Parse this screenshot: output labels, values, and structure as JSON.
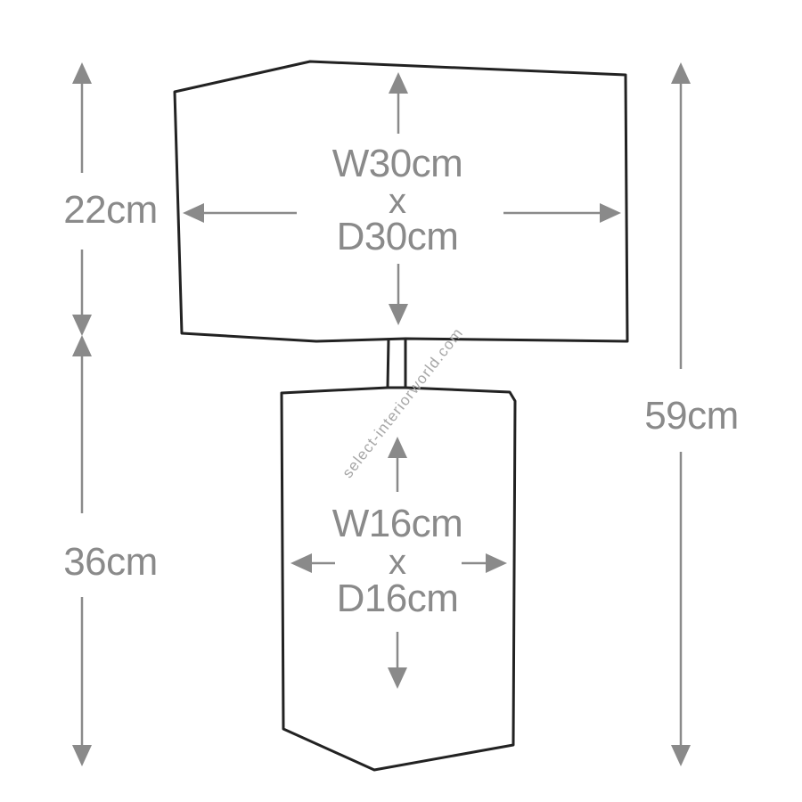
{
  "dimensions": {
    "shade_height": "22cm",
    "base_height": "36cm",
    "total_height": "59cm",
    "shade_width": "W30cm",
    "shade_depth": "D30cm",
    "base_width": "W16cm",
    "base_depth": "D16cm",
    "by_symbol": "x"
  },
  "watermark": "select-interiorworld.com",
  "colors": {
    "outline": "#222222",
    "dimension_gray": "#8a8a8a",
    "background": "#ffffff"
  }
}
